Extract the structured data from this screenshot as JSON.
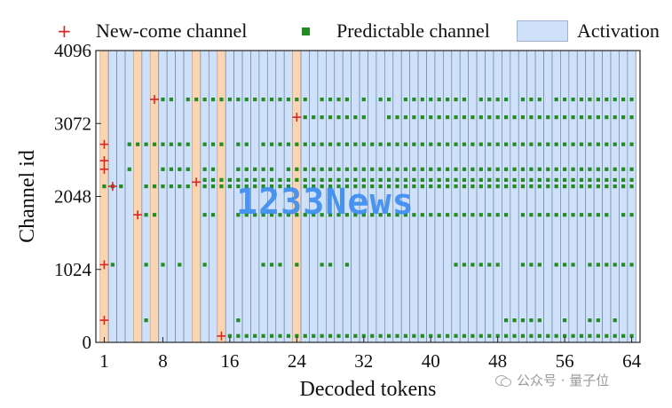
{
  "legend": {
    "new_come": "New-come channel",
    "predictable": "Predictable channel",
    "activation": "Activation"
  },
  "watermark": "1233News",
  "wechat_mark": "公众号 · 量子位",
  "colors": {
    "activation": "#cfe1f8",
    "new_come_band": "#f9d5b3",
    "new_come_marker": "#d62828",
    "predictable_marker": "#228b22"
  },
  "chart_data": {
    "type": "scatter",
    "xlabel": "Decoded tokens",
    "ylabel": "Channel id",
    "xlim": [
      0,
      65
    ],
    "ylim": [
      0,
      4096
    ],
    "xticks": [
      1,
      8,
      16,
      24,
      32,
      40,
      48,
      56,
      64
    ],
    "xtick_labels": [
      "1",
      "8",
      "16",
      "24",
      "32",
      "40",
      "48",
      "56",
      "64"
    ],
    "yticks": [
      0,
      1024,
      2048,
      3072,
      4096
    ],
    "ytick_labels": [
      "0",
      "1024",
      "2048",
      "3072",
      "4096"
    ],
    "activation_tokens": [
      1,
      64
    ],
    "new_come_tokens": [
      1,
      5,
      7,
      12,
      15,
      24
    ],
    "new_come_channels": [
      {
        "token": 1,
        "channel": 2780
      },
      {
        "token": 1,
        "channel": 2550
      },
      {
        "token": 1,
        "channel": 2430
      },
      {
        "token": 1,
        "channel": 1090
      },
      {
        "token": 1,
        "channel": 310
      },
      {
        "token": 2,
        "channel": 2190
      },
      {
        "token": 5,
        "channel": 1790
      },
      {
        "token": 7,
        "channel": 3410
      },
      {
        "token": 12,
        "channel": 2250
      },
      {
        "token": 15,
        "channel": 90
      },
      {
        "token": 24,
        "channel": 3160
      }
    ],
    "predictable_channels": [
      {
        "channel": 3410,
        "tokens": [
          8,
          9,
          11,
          12,
          13,
          14,
          15,
          16,
          17,
          18,
          19,
          20,
          21,
          22,
          23,
          24,
          25,
          27,
          28,
          29,
          30,
          32,
          34,
          35,
          37,
          38,
          39,
          40,
          41,
          42,
          43,
          44,
          46,
          47,
          48,
          49,
          51,
          52,
          53,
          55,
          56,
          57,
          58,
          59,
          60,
          61,
          62,
          63,
          64
        ]
      },
      {
        "channel": 3160,
        "tokens": [
          25,
          26,
          27,
          28,
          29,
          30,
          31,
          32,
          35,
          36,
          37,
          38,
          39,
          40,
          41,
          42,
          43,
          44,
          45,
          46,
          47,
          48,
          49,
          50,
          51,
          52,
          53,
          54,
          55,
          56,
          57,
          58,
          59,
          60,
          61,
          62,
          63,
          64
        ]
      },
      {
        "channel": 2780,
        "tokens": [
          4,
          5,
          6,
          7,
          8,
          9,
          10,
          11,
          13,
          14,
          15,
          17,
          18,
          20,
          21,
          22,
          23,
          24,
          25,
          26,
          27,
          28,
          29,
          30,
          31,
          32,
          33,
          34,
          35,
          36,
          37,
          38,
          39,
          40,
          41,
          42,
          43,
          44,
          45,
          46,
          47,
          48,
          49,
          50,
          51,
          52,
          53,
          54,
          55,
          56,
          57,
          58,
          59,
          60,
          61,
          62,
          63,
          64
        ]
      },
      {
        "channel": 2430,
        "tokens": [
          4,
          8,
          9,
          10,
          11,
          13,
          14,
          17,
          18,
          19,
          20,
          21,
          23,
          24,
          25,
          26,
          27,
          28,
          29,
          30,
          31,
          32,
          33,
          34,
          35,
          36,
          37,
          38,
          39,
          40,
          41,
          42,
          43,
          44,
          45,
          46,
          47,
          48,
          49,
          50,
          51,
          52,
          53,
          54,
          55,
          56,
          57,
          58,
          59,
          60,
          61,
          62,
          63,
          64
        ]
      },
      {
        "channel": 2280,
        "tokens": [
          13,
          14,
          15,
          16,
          17,
          18,
          19,
          20,
          21,
          22,
          23,
          24,
          25,
          26,
          27,
          28,
          29,
          30,
          31,
          32,
          33,
          34,
          35,
          36,
          37,
          38,
          39,
          40,
          41,
          42,
          43,
          44,
          45,
          46,
          47,
          48,
          49,
          50,
          51,
          52,
          53,
          54,
          55,
          56,
          57,
          58,
          59,
          60,
          61,
          62,
          63,
          64
        ]
      },
      {
        "channel": 2190,
        "tokens": [
          1,
          2,
          3,
          6,
          7,
          8,
          9,
          10,
          11,
          13,
          14,
          15,
          16,
          17,
          18,
          19,
          20,
          21,
          22,
          23,
          25,
          26,
          27,
          28,
          29,
          30,
          31,
          32,
          33,
          34,
          35,
          36,
          37,
          38,
          39,
          40,
          41,
          42,
          43,
          44,
          45,
          46,
          47,
          48,
          49,
          50,
          51,
          52,
          53,
          54,
          55,
          56,
          57,
          58,
          59,
          60,
          61,
          62,
          63,
          64
        ]
      },
      {
        "channel": 1790,
        "tokens": [
          6,
          7,
          13,
          14,
          17,
          18,
          19,
          20,
          21,
          22,
          23,
          24,
          25,
          26,
          27,
          28,
          29,
          30,
          31,
          32,
          33,
          34,
          35,
          36,
          37,
          38,
          39,
          40,
          41,
          42,
          43,
          44,
          45,
          46,
          47,
          48,
          49,
          51,
          52,
          53,
          54,
          55,
          56,
          57,
          58,
          59,
          60,
          61,
          63,
          64
        ]
      },
      {
        "channel": 1090,
        "tokens": [
          2,
          6,
          8,
          10,
          13,
          20,
          21,
          22,
          24,
          27,
          28,
          30,
          43,
          44,
          45,
          46,
          47,
          48,
          51,
          52,
          53,
          55,
          56,
          57,
          59,
          60,
          61,
          62,
          63,
          64
        ]
      },
      {
        "channel": 310,
        "tokens": [
          6,
          17,
          49,
          50,
          51,
          52,
          53,
          56,
          59,
          60,
          62
        ]
      },
      {
        "channel": 90,
        "tokens": [
          16,
          17,
          18,
          19,
          20,
          21,
          22,
          23,
          24,
          25,
          26,
          27,
          28,
          29,
          30,
          31,
          32,
          33,
          34,
          35,
          36,
          37,
          38,
          39,
          40,
          41,
          42,
          43,
          44,
          45,
          46,
          47,
          48,
          49,
          50,
          51,
          52,
          53,
          54,
          55,
          56,
          57,
          58,
          59,
          60,
          61,
          62,
          63,
          64
        ]
      }
    ]
  }
}
